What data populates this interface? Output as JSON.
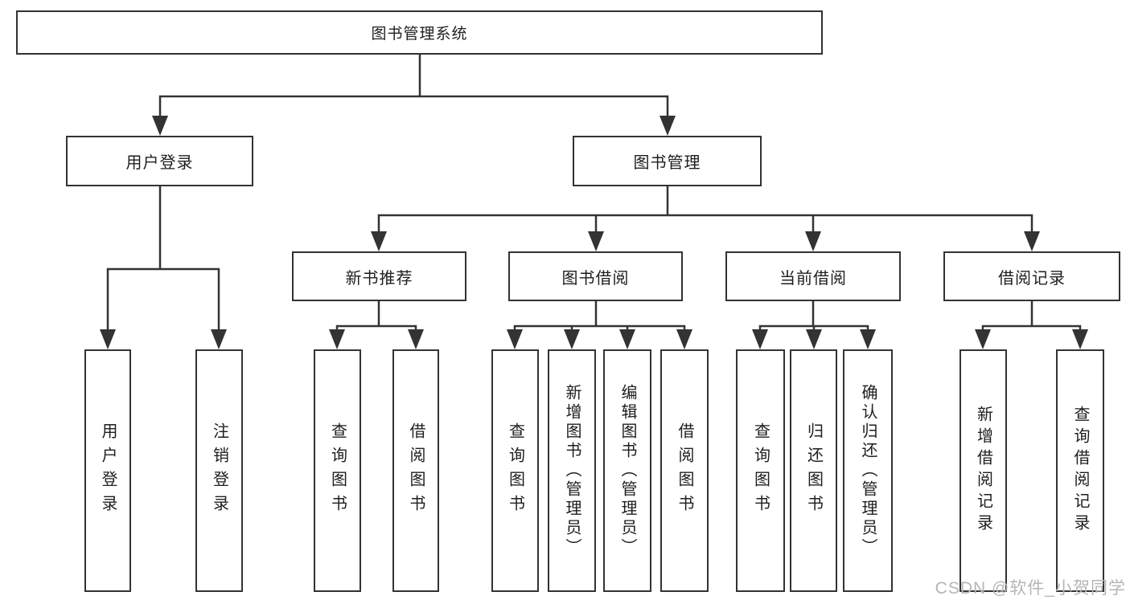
{
  "watermark": "CSDN @软件_小贺同学",
  "colors": {
    "line": "#333333",
    "box_border": "#333333",
    "box_background": "#ffffff",
    "text": "#1e1e1e",
    "watermark": "#b5b5ba",
    "page_background": "#ffffff"
  },
  "nodes": {
    "root": "图书管理系统",
    "level2": {
      "user_login": "用户登录",
      "book_management": "图书管理"
    },
    "level3": {
      "new_book_recommend": "新书推荐",
      "book_borrowing": "图书借阅",
      "current_borrowing": "当前借阅",
      "borrowing_records": "借阅记录"
    },
    "leaves": {
      "user_login": "用户登录",
      "logout": "注销登录",
      "recommend_query_book": "查询图书",
      "recommend_borrow_book": "借阅图书",
      "borrowing_query_book": "查询图书",
      "add_book_admin": "新增图书（管理员）",
      "edit_book_admin": "编辑图书（管理员）",
      "borrowing_borrow_book": "借阅图书",
      "current_query_book": "查询图书",
      "return_book": "归还图书",
      "confirm_return_admin": "确认归还（管理员）",
      "add_borrow_record": "新增借阅记录",
      "query_borrow_record": "查询借阅记录"
    }
  }
}
